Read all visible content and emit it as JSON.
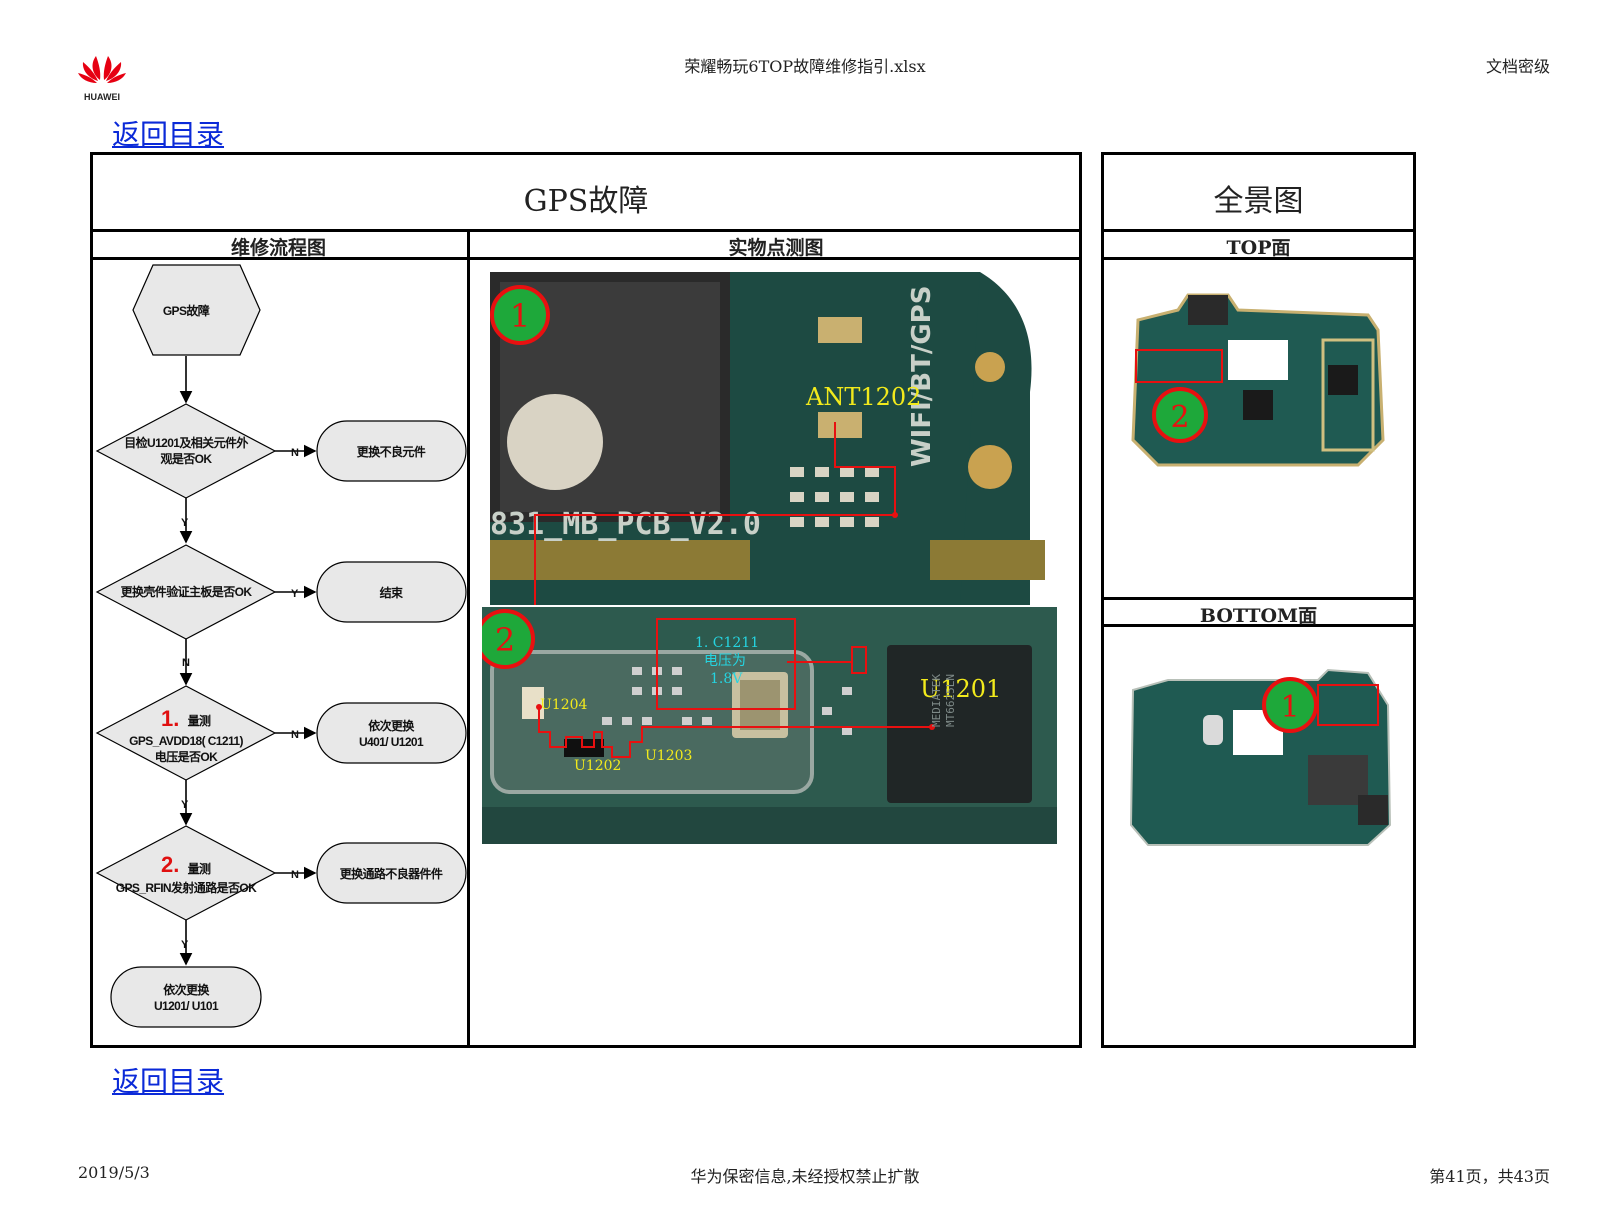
{
  "header": {
    "brand": "HUAWEI",
    "file_title": "荣耀畅玩6TOP故障维修指引.xlsx",
    "classification": "文档密级"
  },
  "back_link": {
    "label": "返回目录"
  },
  "main": {
    "title": "GPS故障",
    "col_flow": "维修流程图",
    "col_photo": "实物点测图"
  },
  "side": {
    "title": "全景图",
    "top_label": "TOP面",
    "bottom_label": "BOTTOM面"
  },
  "flow": {
    "start": "GPS故障",
    "d1": [
      "目检U1201及相关元件外",
      "观是否OK"
    ],
    "a1": "更换不良元件",
    "d2": "更换壳件验证主板是否OK",
    "a2": "结束",
    "d3_num": "1.",
    "d3_head": "量测",
    "d3": [
      "GPS_AVDD18( C1211)",
      "电压是否OK"
    ],
    "a3": [
      "依次更换",
      "U401/ U1201"
    ],
    "d4_num": "2.",
    "d4_head": "量测",
    "d4": "GPS_RFIN发射通路是否OK",
    "a4": "更换通路不良器件件",
    "end": [
      "依次更换",
      "U1201/ U101"
    ],
    "yes": "Y",
    "no": "N"
  },
  "photo": {
    "marker1": "1",
    "marker2": "2",
    "ant": "ANT1202",
    "board_print": "831_MB_PCB_V2.0",
    "antenna_print": "WIFI/BT/GPS",
    "c1211": [
      "1. C1211",
      "电压为",
      "1.8V"
    ],
    "u1201": "U1201",
    "u1202": "U1202",
    "u1203": "U1203",
    "u1204": "U1204",
    "chip_print": [
      "MEDIATEK",
      "MT6625LN"
    ]
  },
  "footer": {
    "date": "2019/5/3",
    "notice": "华为保密信息,未经授权禁止扩散",
    "page": "第41页，共43页"
  }
}
